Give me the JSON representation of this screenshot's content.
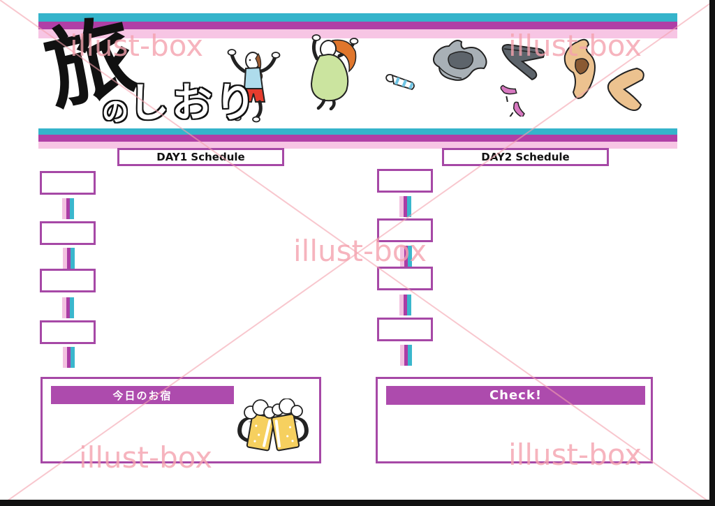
{
  "watermark": {
    "text": "illust-box"
  },
  "header": {
    "title": {
      "kanji": "旅",
      "particle": "の",
      "kana": "しおり"
    },
    "illustrations": [
      "person-jumping",
      "person-jumping",
      "necktie",
      "jacket",
      "gray-trousers",
      "high-heels",
      "coat",
      "beige-trousers"
    ]
  },
  "schedule": {
    "day1_label": "DAY1 Schedule",
    "day2_label": "DAY2 Schedule",
    "slots_per_day": 4
  },
  "lodging": {
    "label": "今日のお宿"
  },
  "checklist": {
    "label": "Check!"
  },
  "colors": {
    "cyan": "#35b4cb",
    "magenta": "#b03fa6",
    "pink": "#f7c5e4",
    "purple_border": "#a648a6",
    "purple_fill": "#ad4bad",
    "watermark_pink": "#f5a2ae",
    "edge_black": "#111111"
  }
}
